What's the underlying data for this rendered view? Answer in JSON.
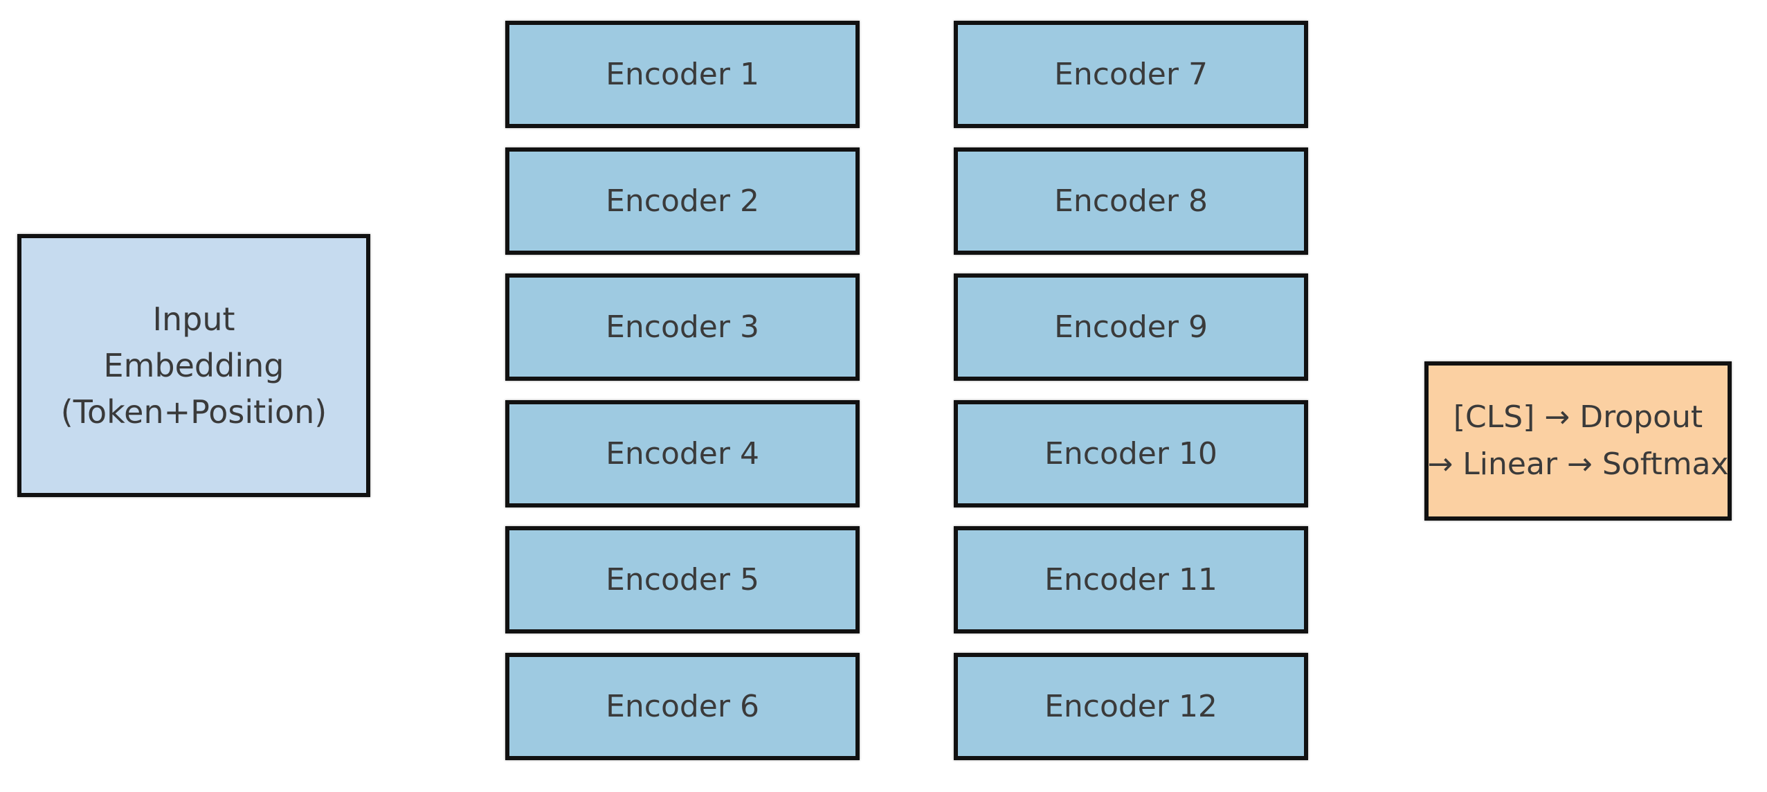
{
  "colors": {
    "background": "#ffffff",
    "input_fill": "#c6dbef",
    "encoder_fill": "#9ecae1",
    "output_fill": "#fbd0a2",
    "border": "#111111",
    "text": "#3a3a3a"
  },
  "input_box": {
    "lines": [
      "Input",
      "Embedding",
      "(Token+Position)"
    ]
  },
  "encoders": [
    {
      "label": "Encoder 1"
    },
    {
      "label": "Encoder 2"
    },
    {
      "label": "Encoder 3"
    },
    {
      "label": "Encoder 4"
    },
    {
      "label": "Encoder 5"
    },
    {
      "label": "Encoder 6"
    },
    {
      "label": "Encoder 7"
    },
    {
      "label": "Encoder 8"
    },
    {
      "label": "Encoder 9"
    },
    {
      "label": "Encoder 10"
    },
    {
      "label": "Encoder 11"
    },
    {
      "label": "Encoder 12"
    }
  ],
  "output_box": {
    "lines": [
      "[CLS] → Dropout",
      "→ Linear → Softmax"
    ]
  }
}
